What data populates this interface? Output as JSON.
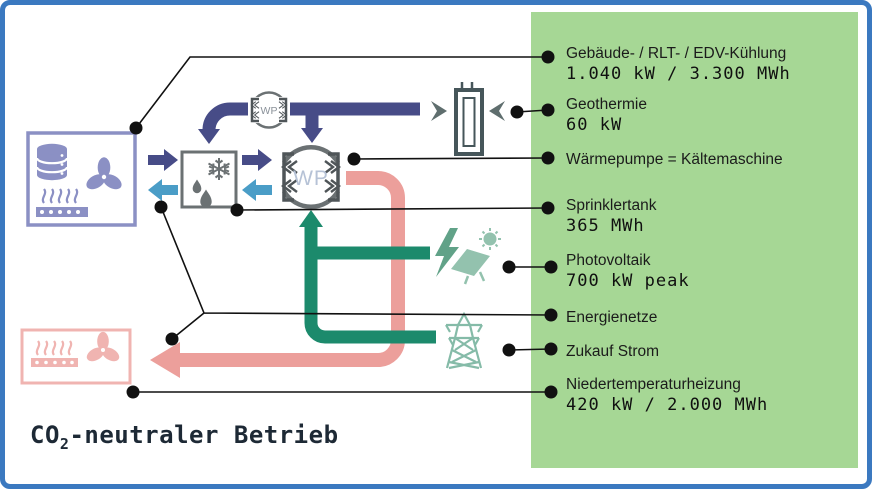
{
  "title": {
    "prefix": "CO",
    "sub": "2",
    "suffix": "-neutraler Betrieb"
  },
  "legend": {
    "items": [
      {
        "label": "Gebäude- / RLT- / EDV-Kühlung",
        "value": "1.040 kW / 3.300 MWh"
      },
      {
        "label": "Geothermie",
        "value": "60 kW"
      },
      {
        "label": "Wärmepumpe = Kältemaschine",
        "value": ""
      },
      {
        "label": "Sprinklertank",
        "value": "365 MWh"
      },
      {
        "label": "Photovoltaik",
        "value": "700 kW peak"
      },
      {
        "label": "Energienetze",
        "value": ""
      },
      {
        "label": "Zukauf Strom",
        "value": ""
      },
      {
        "label": "Niedertemperaturheizung",
        "value": "420 kW / 2.000 MWh"
      }
    ]
  },
  "diagram": {
    "heat_pump_small_label": "WP",
    "heat_pump_large_label": "WP"
  },
  "colors": {
    "frame_blue": "#3b79c0",
    "panel_green": "#a6d795",
    "pipe_cold_blue": "#474c87",
    "pipe_return_teal": "#4a9dc7",
    "pipe_power_green": "#1c8a6c",
    "pipe_heat_pink": "#ec9f9b",
    "icon_periwinkle": "#8b90c4",
    "icon_pink": "#f0b4b1",
    "icon_gray": "#6b7173",
    "icon_sage": "#85bba8",
    "callout_black": "#111111"
  }
}
